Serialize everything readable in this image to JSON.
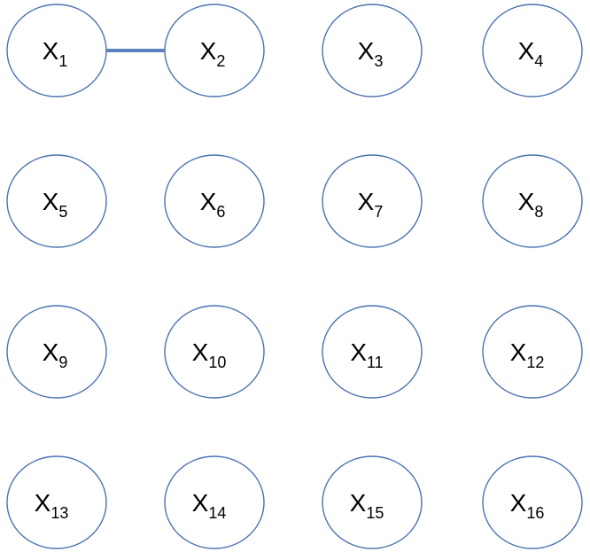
{
  "diagram": {
    "nodes": [
      {
        "id": "x1",
        "base": "X",
        "sub": "1"
      },
      {
        "id": "x2",
        "base": "X",
        "sub": "2"
      },
      {
        "id": "x3",
        "base": "X",
        "sub": "3"
      },
      {
        "id": "x4",
        "base": "X",
        "sub": "4"
      },
      {
        "id": "x5",
        "base": "X",
        "sub": "5"
      },
      {
        "id": "x6",
        "base": "X",
        "sub": "6"
      },
      {
        "id": "x7",
        "base": "X",
        "sub": "7"
      },
      {
        "id": "x8",
        "base": "X",
        "sub": "8"
      },
      {
        "id": "x9",
        "base": "X",
        "sub": "9"
      },
      {
        "id": "x10",
        "base": "X",
        "sub": "10"
      },
      {
        "id": "x11",
        "base": "X",
        "sub": "11"
      },
      {
        "id": "x12",
        "base": "X",
        "sub": "12"
      },
      {
        "id": "x13",
        "base": "X",
        "sub": "13"
      },
      {
        "id": "x14",
        "base": "X",
        "sub": "14"
      },
      {
        "id": "x15",
        "base": "X",
        "sub": "15"
      },
      {
        "id": "x16",
        "base": "X",
        "sub": "16"
      }
    ],
    "edges": [
      {
        "from": "x1",
        "to": "x2"
      }
    ],
    "colors": {
      "node_stroke": "#4a72b0",
      "node_fill": "#ffffff",
      "edge": "#5b80bd",
      "label": "#000000"
    }
  }
}
